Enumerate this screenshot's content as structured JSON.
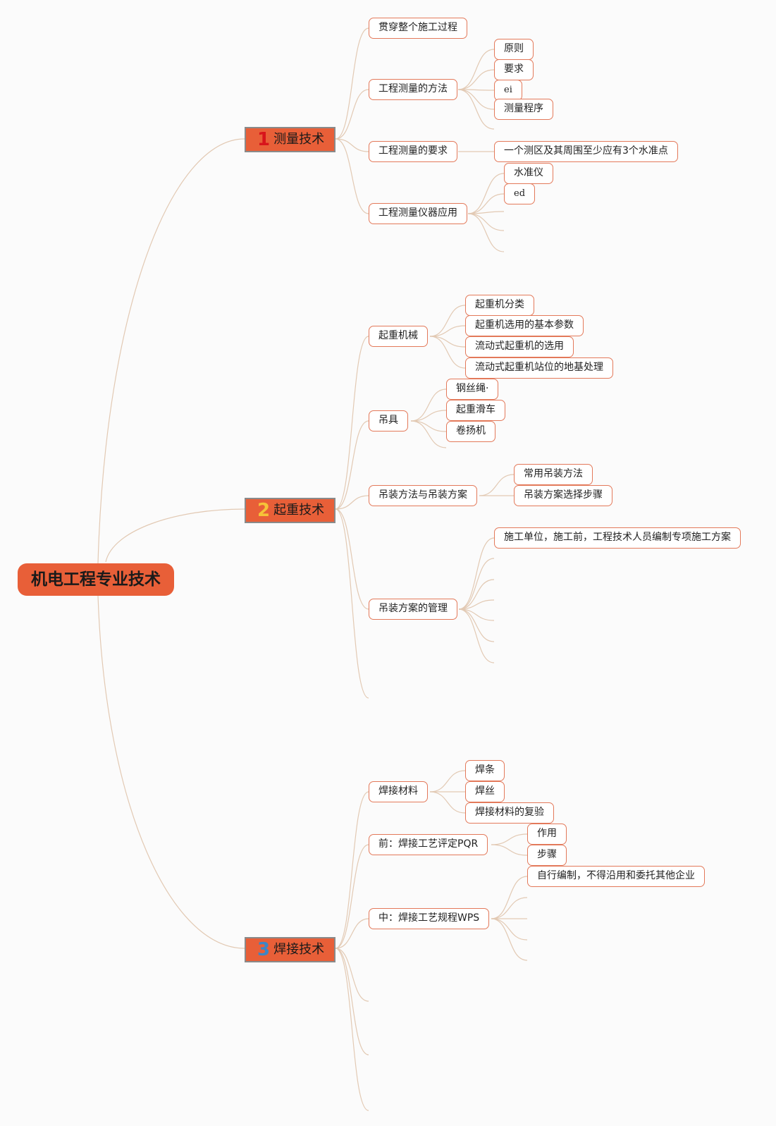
{
  "root": {
    "label": "机电工程专业技术"
  },
  "colors": {
    "root_fill": "#e85f38",
    "branch_fill": "#e85f38",
    "leaf_border": "#e3795a",
    "connector": "#e2c9b3"
  },
  "branches": [
    {
      "number": "1",
      "number_color": "#d8141b",
      "label": "测量技术",
      "children": [
        {
          "label": "贯穿整个施工过程",
          "children": []
        },
        {
          "label": "工程测量的方法",
          "children": [
            {
              "label": "原则"
            },
            {
              "label": "要求"
            },
            {
              "label": "ei"
            },
            {
              "label": "测量程序"
            }
          ]
        },
        {
          "label": "工程测量的要求",
          "children": [
            {
              "label": "一个测区及其周围至少应有3个水准点"
            }
          ]
        },
        {
          "label": "工程测量仪器应用",
          "children": [
            {
              "label": "水准仪"
            },
            {
              "label": "ed"
            }
          ]
        }
      ]
    },
    {
      "number": "2",
      "number_color": "#f6c338",
      "label": "起重技术",
      "children": [
        {
          "label": "起重机械",
          "children": [
            {
              "label": "起重机分类"
            },
            {
              "label": "起重机选用的基本参数"
            },
            {
              "label": "流动式起重机的选用"
            },
            {
              "label": "流动式起重机站位的地基处理"
            }
          ]
        },
        {
          "label": "吊具",
          "children": [
            {
              "label": "钢丝绳·"
            },
            {
              "label": "起重滑车"
            },
            {
              "label": "卷扬机"
            }
          ]
        },
        {
          "label": "吊装方法与吊装方案",
          "children": [
            {
              "label": "常用吊装方法"
            },
            {
              "label": "吊装方案选择步骤"
            }
          ]
        },
        {
          "label": "吊装方案的管理",
          "children": [
            {
              "label": "施工单位，施工前，工程技术人员编制专项施工方案"
            }
          ]
        }
      ]
    },
    {
      "number": "3",
      "number_color": "#3d86c6",
      "label": "焊接技术",
      "children": [
        {
          "label": "焊接材料",
          "children": [
            {
              "label": "焊条"
            },
            {
              "label": "焊丝"
            },
            {
              "label": "焊接材料的复验"
            }
          ]
        },
        {
          "label": "前：焊接工艺评定PQR",
          "children": [
            {
              "label": "作用"
            },
            {
              "label": "步骤"
            }
          ]
        },
        {
          "label": "中：焊接工艺规程WPS",
          "children": [
            {
              "label": "自行编制，不得沿用和委托其他企业"
            }
          ]
        }
      ]
    }
  ]
}
